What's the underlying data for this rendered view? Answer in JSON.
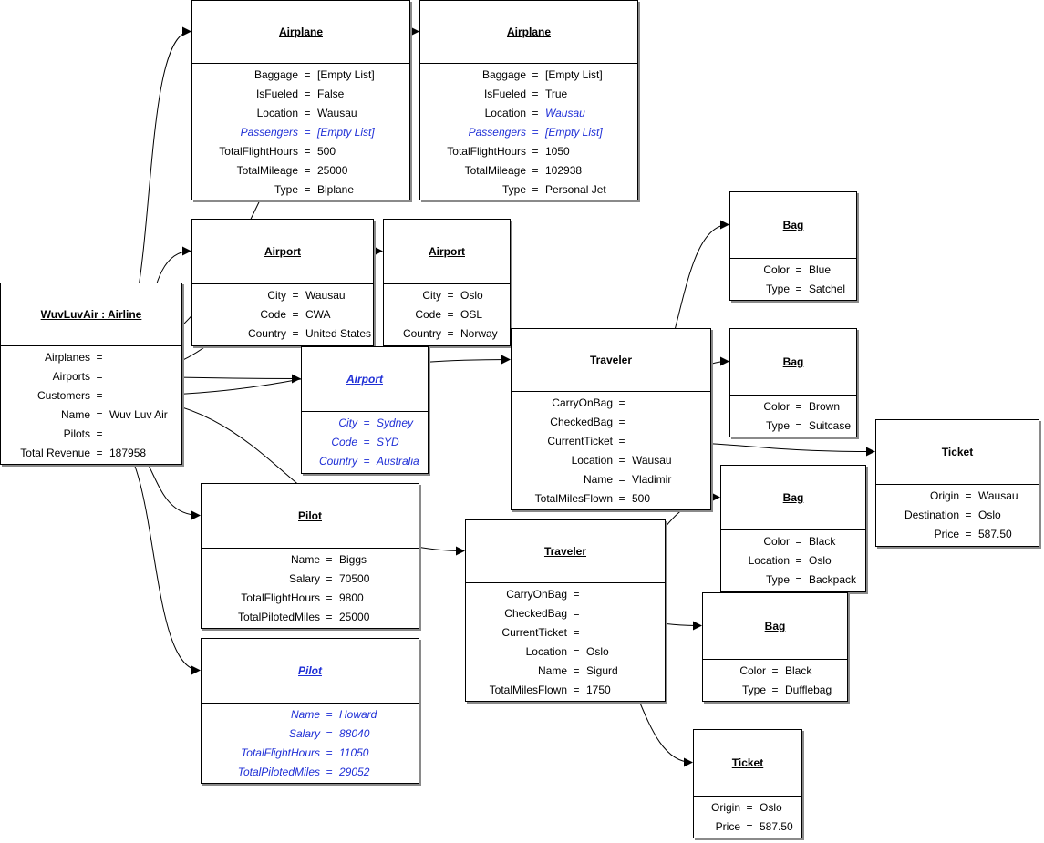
{
  "colors": {
    "link": "#1f2fd6",
    "line": "#000000",
    "shadow": "#8a8a8a"
  },
  "nodes": [
    {
      "id": "airline",
      "title": "WuvLuvAir : Airline",
      "props": [
        {
          "k": "Airplanes",
          "v": ""
        },
        {
          "k": "Airports",
          "v": ""
        },
        {
          "k": "Customers",
          "v": ""
        },
        {
          "k": "Name",
          "v": "Wuv Luv Air"
        },
        {
          "k": "Pilots",
          "v": ""
        },
        {
          "k": "Total Revenue",
          "v": "187958"
        }
      ]
    },
    {
      "id": "airplane1",
      "title": "Airplane",
      "props": [
        {
          "k": "Baggage",
          "v": "[Empty List]"
        },
        {
          "k": "IsFueled",
          "v": "False"
        },
        {
          "k": "Location",
          "v": "Wausau"
        },
        {
          "k": "Passengers",
          "v": "[Empty List]",
          "blue": true
        },
        {
          "k": "TotalFlightHours",
          "v": "500"
        },
        {
          "k": "TotalMileage",
          "v": "25000"
        },
        {
          "k": "Type",
          "v": "Biplane"
        }
      ]
    },
    {
      "id": "airplane2",
      "title": "Airplane",
      "props": [
        {
          "k": "Baggage",
          "v": "[Empty List]"
        },
        {
          "k": "IsFueled",
          "v": "True"
        },
        {
          "k": "Location",
          "v": "Wausau",
          "vblue": true
        },
        {
          "k": "Passengers",
          "v": "[Empty List]",
          "blue": true
        },
        {
          "k": "TotalFlightHours",
          "v": "1050"
        },
        {
          "k": "TotalMileage",
          "v": "102938"
        },
        {
          "k": "Type",
          "v": "Personal Jet"
        }
      ]
    },
    {
      "id": "airport1",
      "title": "Airport",
      "props": [
        {
          "k": "City",
          "v": "Wausau"
        },
        {
          "k": "Code",
          "v": "CWA"
        },
        {
          "k": "Country",
          "v": "United States"
        }
      ]
    },
    {
      "id": "airport2",
      "title": "Airport",
      "props": [
        {
          "k": "City",
          "v": "Oslo"
        },
        {
          "k": "Code",
          "v": "OSL"
        },
        {
          "k": "Country",
          "v": "Norway"
        }
      ]
    },
    {
      "id": "airport3",
      "title": "Airport",
      "italic": true,
      "props": [
        {
          "k": "City",
          "v": "Sydney",
          "blue": true
        },
        {
          "k": "Code",
          "v": "SYD",
          "blue": true
        },
        {
          "k": "Country",
          "v": "Australia",
          "blue": true
        }
      ]
    },
    {
      "id": "bag1",
      "title": "Bag",
      "props": [
        {
          "k": "Color",
          "v": "Blue"
        },
        {
          "k": "Type",
          "v": "Satchel"
        }
      ]
    },
    {
      "id": "bag2",
      "title": "Bag",
      "props": [
        {
          "k": "Color",
          "v": "Brown"
        },
        {
          "k": "Type",
          "v": "Suitcase"
        }
      ]
    },
    {
      "id": "traveler1",
      "title": "Traveler",
      "props": [
        {
          "k": "CarryOnBag",
          "v": ""
        },
        {
          "k": "CheckedBag",
          "v": ""
        },
        {
          "k": "CurrentTicket",
          "v": ""
        },
        {
          "k": "Location",
          "v": "Wausau"
        },
        {
          "k": "Name",
          "v": "Vladimir"
        },
        {
          "k": "TotalMilesFlown",
          "v": "500"
        }
      ]
    },
    {
      "id": "ticket1",
      "title": "Ticket",
      "props": [
        {
          "k": "Origin",
          "v": "Wausau"
        },
        {
          "k": "Destination",
          "v": "Oslo"
        },
        {
          "k": "Price",
          "v": "587.50"
        }
      ]
    },
    {
      "id": "bag3",
      "title": "Bag",
      "props": [
        {
          "k": "Color",
          "v": "Black"
        },
        {
          "k": "Location",
          "v": "Oslo"
        },
        {
          "k": "Type",
          "v": "Backpack"
        }
      ]
    },
    {
      "id": "pilot1",
      "title": "Pilot",
      "props": [
        {
          "k": "Name",
          "v": "Biggs"
        },
        {
          "k": "Salary",
          "v": "70500"
        },
        {
          "k": "TotalFlightHours",
          "v": "9800"
        },
        {
          "k": "TotalPilotedMiles",
          "v": "25000"
        }
      ]
    },
    {
      "id": "traveler2",
      "title": "Traveler",
      "props": [
        {
          "k": "CarryOnBag",
          "v": ""
        },
        {
          "k": "CheckedBag",
          "v": ""
        },
        {
          "k": "CurrentTicket",
          "v": ""
        },
        {
          "k": "Location",
          "v": "Oslo"
        },
        {
          "k": "Name",
          "v": "Sigurd"
        },
        {
          "k": "TotalMilesFlown",
          "v": "1750"
        }
      ]
    },
    {
      "id": "bag4",
      "title": "Bag",
      "props": [
        {
          "k": "Color",
          "v": "Black"
        },
        {
          "k": "Type",
          "v": "Dufflebag"
        }
      ]
    },
    {
      "id": "pilot2",
      "title": "Pilot",
      "italic": true,
      "props": [
        {
          "k": "Name",
          "v": "Howard",
          "blue": true
        },
        {
          "k": "Salary",
          "v": "88040",
          "blue": true
        },
        {
          "k": "TotalFlightHours",
          "v": "11050",
          "blue": true
        },
        {
          "k": "TotalPilotedMiles",
          "v": "29052",
          "blue": true
        }
      ]
    },
    {
      "id": "ticket2",
      "title": "Ticket",
      "props": [
        {
          "k": "Origin",
          "v": "Oslo"
        },
        {
          "k": "Price",
          "v": "587.50"
        }
      ]
    }
  ],
  "edges": [
    {
      "from": "airline",
      "prop": "Airplanes",
      "to": "airplane1"
    },
    {
      "from": "airline",
      "prop": "Airplanes",
      "to": "airplane2"
    },
    {
      "from": "airline",
      "prop": "Airports",
      "to": "airport1"
    },
    {
      "from": "airline",
      "prop": "Airports",
      "to": "airport2"
    },
    {
      "from": "airline",
      "prop": "Airports",
      "to": "airport3"
    },
    {
      "from": "airline",
      "prop": "Customers",
      "to": "traveler1"
    },
    {
      "from": "airline",
      "prop": "Customers",
      "to": "traveler2"
    },
    {
      "from": "airline",
      "prop": "Pilots",
      "to": "pilot1"
    },
    {
      "from": "airline",
      "prop": "Pilots",
      "to": "pilot2"
    },
    {
      "from": "traveler1",
      "prop": "CarryOnBag",
      "to": "bag1"
    },
    {
      "from": "traveler1",
      "prop": "CheckedBag",
      "to": "bag2"
    },
    {
      "from": "traveler1",
      "prop": "CurrentTicket",
      "to": "ticket1"
    },
    {
      "from": "traveler2",
      "prop": "CarryOnBag",
      "to": "bag3"
    },
    {
      "from": "traveler2",
      "prop": "CheckedBag",
      "to": "bag4"
    },
    {
      "from": "traveler2",
      "prop": "CurrentTicket",
      "to": "ticket2"
    }
  ]
}
